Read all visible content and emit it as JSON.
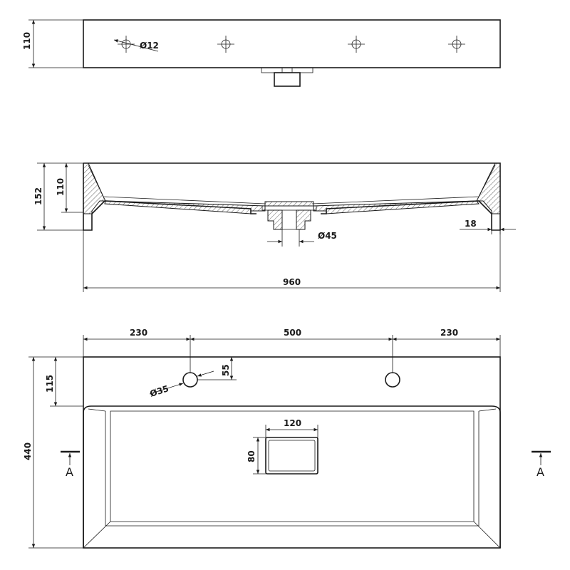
{
  "top_view": {
    "height_dim": "110",
    "hole_dia": "Ø12"
  },
  "section_view": {
    "total_height_dim": "152",
    "inner_height_dim": "110",
    "drain_dia": "Ø45",
    "wall_dim": "18",
    "width_dim": "960"
  },
  "plan_view": {
    "left_offset_dim": "230",
    "hole_spacing_dim": "500",
    "right_offset_dim": "230",
    "hole_inset_dim": "55",
    "deck_depth_dim": "115",
    "tap_hole_dia": "Ø35",
    "drain_width_dim": "120",
    "drain_height_dim": "80",
    "depth_dim": "440",
    "section_marker_left": "A",
    "section_marker_right": "A"
  }
}
